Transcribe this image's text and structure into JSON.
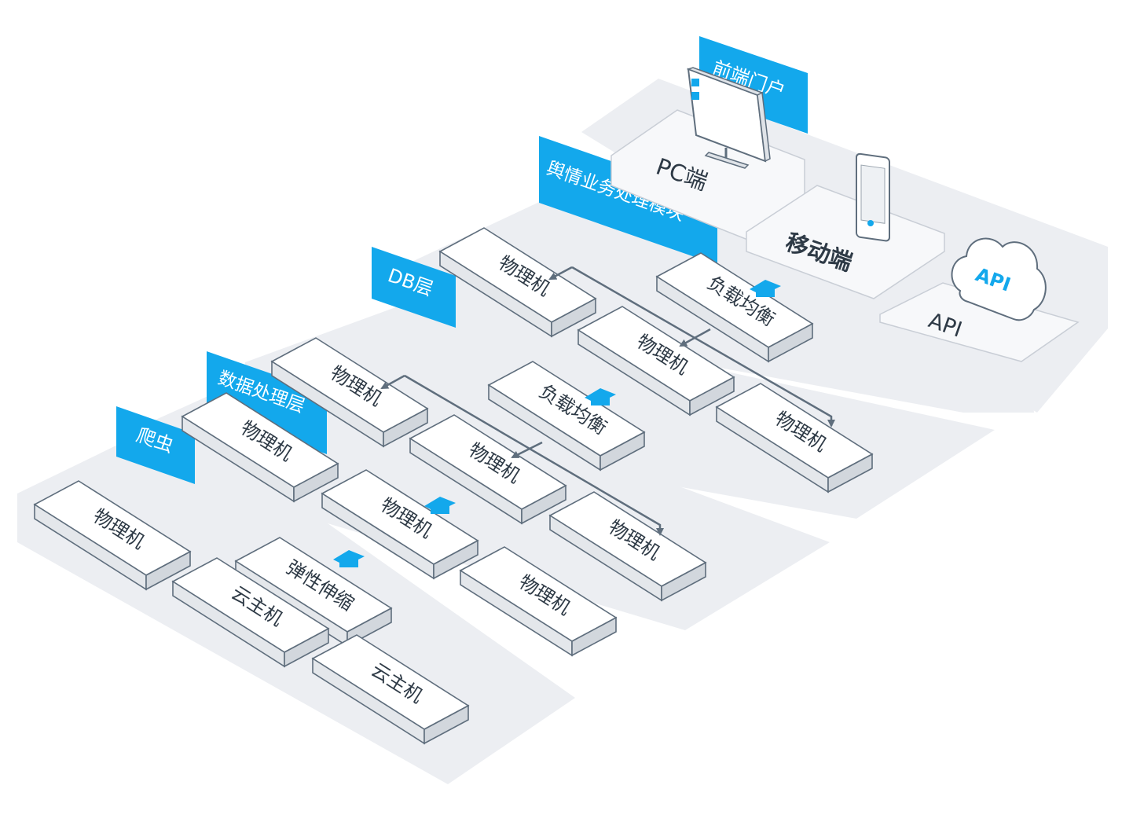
{
  "layers": [
    {
      "id": "crawler",
      "label": "爬虫"
    },
    {
      "id": "processing",
      "label": "数据处理层"
    },
    {
      "id": "db",
      "label": "DB层"
    },
    {
      "id": "business",
      "label": "舆情业务处理模块"
    },
    {
      "id": "frontend",
      "label": "前端门户"
    }
  ],
  "boxes": {
    "crawler_physical": "物理机",
    "crawler_elastic": "弹性伸缩",
    "crawler_cloud1": "云主机",
    "crawler_cloud2": "云主机",
    "proc_phys1": "物理机",
    "proc_phys2": "物理机",
    "proc_phys3": "物理机",
    "db_phys1": "物理机",
    "db_lb": "负载均衡",
    "db_phys2": "物理机",
    "db_phys3": "物理机",
    "biz_phys1": "物理机",
    "biz_lb": "负载均衡",
    "biz_phys2": "物理机",
    "biz_phys3": "物理机"
  },
  "frontend": {
    "pc": "PC端",
    "mobile": "移动端",
    "api_tile": "API",
    "api_cloud": "API"
  },
  "colors": {
    "accent": "#13a8ec",
    "platform": "#eceef2",
    "box_stroke": "#5f6e7d",
    "arrow": "#5f6e7d"
  }
}
